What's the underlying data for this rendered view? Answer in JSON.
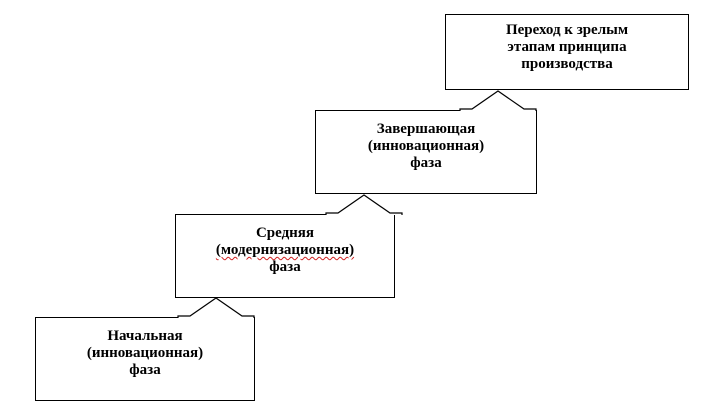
{
  "diagram": {
    "stages": [
      {
        "id": "initial",
        "lines": [
          "Начальная",
          "(инновационная)",
          "фаза"
        ]
      },
      {
        "id": "middle",
        "lines": [
          "Средняя",
          "(модернизационная)",
          "фаза"
        ]
      },
      {
        "id": "final",
        "lines": [
          "Завершающая",
          "(инновационная)",
          "фаза"
        ]
      },
      {
        "id": "transition",
        "lines": [
          "Переход к зрелым",
          "этапам принципа",
          "производства"
        ]
      }
    ],
    "connectors": [
      {
        "from": "initial",
        "to": "middle"
      },
      {
        "from": "middle",
        "to": "final"
      },
      {
        "from": "final",
        "to": "transition"
      }
    ]
  }
}
